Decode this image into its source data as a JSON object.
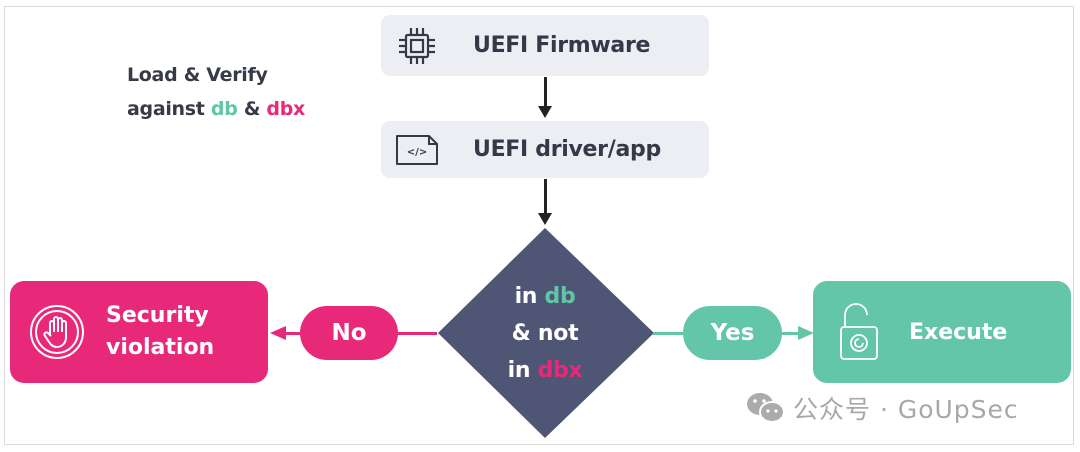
{
  "note": {
    "line1": "Load & Verify",
    "line2_prefix": "against ",
    "line2_db": "db",
    "line2_amp": " & ",
    "line2_dbx": "dbx"
  },
  "nodes": {
    "firmware": {
      "label": "UEFI Firmware",
      "icon": "chip-icon"
    },
    "driver": {
      "label": "UEFI driver/app",
      "icon": "code-file-icon"
    },
    "decision": {
      "line1_prefix": "in ",
      "line1_db": "db",
      "line2": "& not",
      "line3_prefix": "in ",
      "line3_dbx": "dbx"
    },
    "violation": {
      "line1": "Security",
      "line2": "violation",
      "icon": "stop-hand-icon"
    },
    "execute": {
      "label": "Execute",
      "icon": "unlocked-padlock-icon"
    }
  },
  "edges": {
    "no_label": "No",
    "yes_label": "Yes"
  },
  "colors": {
    "db": "#5fc7a3",
    "dbx": "#e8297a",
    "diamond": "#4f5574",
    "box_bg": "#eceef3"
  },
  "watermark": {
    "text": "公众号 · GoUpSec",
    "icon": "wechat-icon"
  }
}
